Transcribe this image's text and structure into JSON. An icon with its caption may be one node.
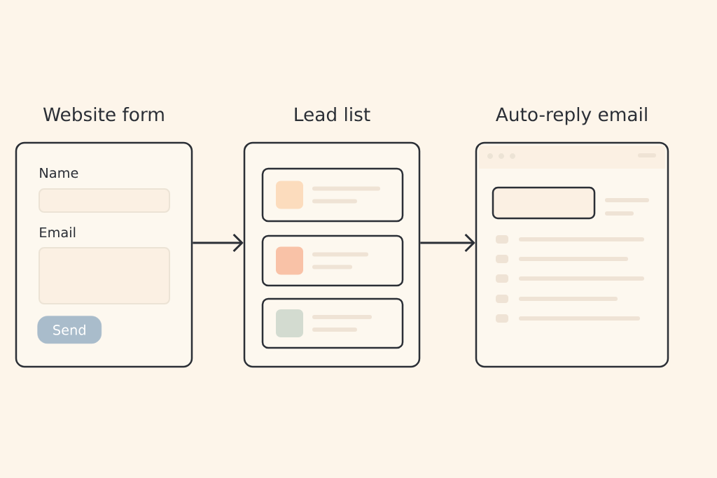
{
  "diagram": {
    "nodes": [
      {
        "text": [
          "Website form"
        ]
      },
      {
        "text": [
          "Lead list"
        ]
      },
      {
        "text": [
          "Auto-reply email"
        ]
      },
      {
        "text": [
          "Send"
        ],
        "in": 0
      }
    ],
    "edges": [
      {
        "from": 0,
        "to": 1,
        "arrow": "to"
      },
      {
        "from": 1,
        "to": 2,
        "arrow": "to"
      }
    ],
    "labels": [
      "Name",
      "Email"
    ]
  }
}
